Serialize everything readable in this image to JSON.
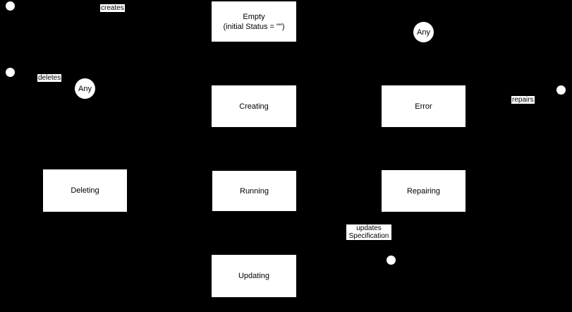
{
  "diagram": {
    "background_color": "#000000",
    "node_fill_color": "#ffffff",
    "node_text_color": "#000000",
    "states": {
      "empty": {
        "label": "Empty",
        "sublabel": "(initial Status = \"\")"
      },
      "creating": {
        "label": "Creating"
      },
      "error": {
        "label": "Error"
      },
      "deleting": {
        "label": "Deleting"
      },
      "running": {
        "label": "Running"
      },
      "repairing": {
        "label": "Repairing"
      },
      "updating": {
        "label": "Updating"
      }
    },
    "any_states": {
      "left": {
        "label": "Any"
      },
      "top_right": {
        "label": "Any"
      }
    },
    "edge_labels": {
      "creates": "creates",
      "deletes": "deletes",
      "repairs": "repairs",
      "updates_specification": {
        "line1": "updates",
        "line2": "Specification"
      }
    }
  }
}
